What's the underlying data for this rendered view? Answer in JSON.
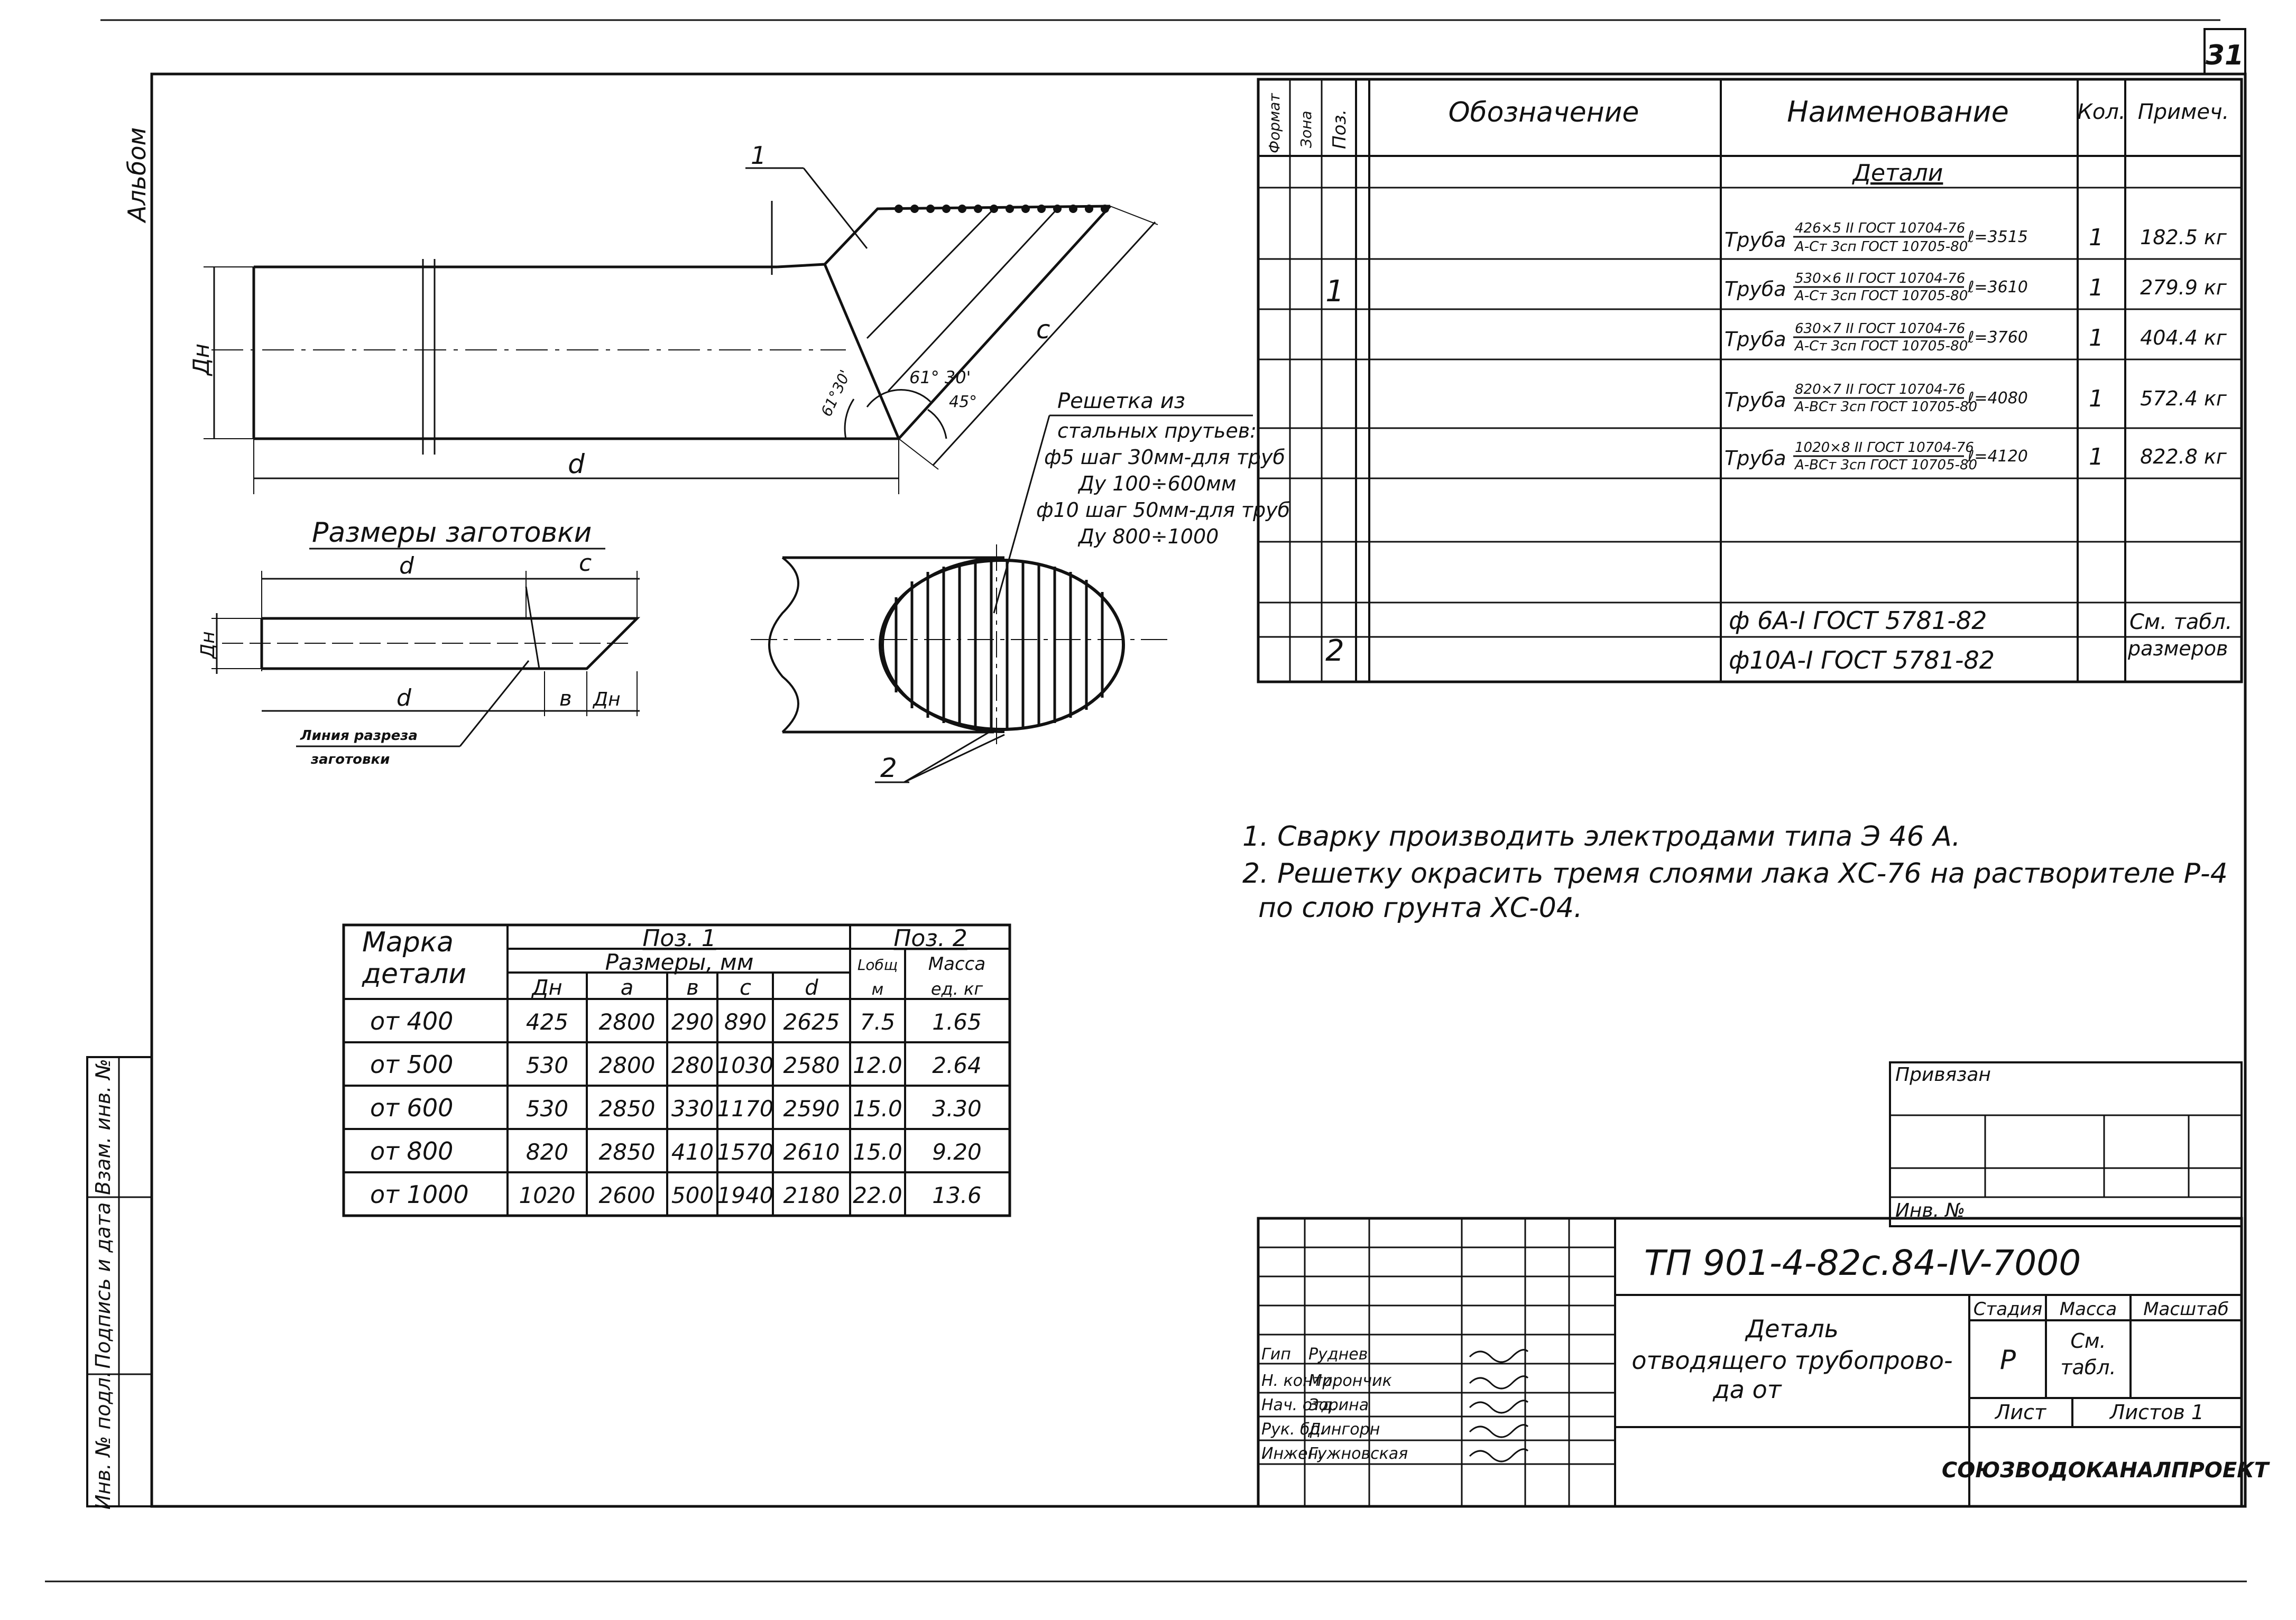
{
  "sheet": {
    "number": "31"
  },
  "side_label": "Альбом",
  "drawing": {
    "labels": {
      "pos1": "1",
      "dn": "Дн",
      "d": "d",
      "c": "c",
      "angle1": "61°30'",
      "angle2": "61° 30'",
      "angle3": "45°",
      "blank_title": "Размеры заготовки",
      "blank_d_top": "d",
      "blank_c_top": "c",
      "blank_d_bottom": "d",
      "blank_b": "в",
      "blank_dn_bottom": "Дн",
      "blank_dn_side": "Дн",
      "cut_line_1": "Линия разреза",
      "cut_line_2": "заготовки",
      "pos2": "2"
    },
    "grid_note": [
      "Решетка из",
      "стальных прутьев:",
      "ф5 шаг 30мм-для труб",
      "Ду 100÷600мм",
      "ф10 шаг 50мм-для труб",
      "Ду 800÷1000"
    ]
  },
  "spec": {
    "headers": {
      "format": "Формат",
      "zone": "Зона",
      "pos": "Поз.",
      "designation": "Обозначение",
      "name": "Наименование",
      "qty": "Кол.",
      "note": "Примеч."
    },
    "section_title": "Детали",
    "pos1": "1",
    "pos2": "2",
    "items": [
      {
        "word": "Труба",
        "top": "426×5 II ГОСТ 10704-76",
        "bottom": "A-Ст 3сп ГОСТ 10705-80",
        "len": "ℓ=3515",
        "qty": "1",
        "note": "182.5 кг"
      },
      {
        "word": "Труба",
        "top": "530×6 II ГОСТ 10704-76",
        "bottom": "A-Ст 3сп ГОСТ 10705-80",
        "len": "ℓ=3610",
        "qty": "1",
        "note": "279.9 кг"
      },
      {
        "word": "Труба",
        "top": "630×7 II ГОСТ 10704-76",
        "bottom": "A-Ст 3сп ГОСТ 10705-80",
        "len": "ℓ=3760",
        "qty": "1",
        "note": "404.4 кг"
      },
      {
        "word": "Труба",
        "top": "820×7 II ГОСТ 10704-76",
        "bottom": "A-ВСт 3сп ГОСТ 10705-80",
        "len": "ℓ=4080",
        "qty": "1",
        "note": "572.4 кг"
      },
      {
        "word": "Труба",
        "top": "1020×8 II ГОСТ 10704-76",
        "bottom": "A-ВСт 3сп ГОСТ 10705-80",
        "len": "ℓ=4120",
        "qty": "1",
        "note": "822.8 кг"
      }
    ],
    "rods": [
      "ф 6А-I ГОСТ 5781-82",
      "ф10А-I ГОСТ 5781-82"
    ],
    "rods_note": [
      "См. табл.",
      "размеров"
    ]
  },
  "notes": [
    "1. Сварку производить электродами типа Э 46 А.",
    "2. Решетку окрасить тремя слоями лака ХС-76 на растворителе Р-4",
    "по слою грунта ХС-04."
  ],
  "dims_table": {
    "mark_header": [
      "Марка",
      "детали"
    ],
    "pos1_header": "Поз. 1",
    "pos2_header": "Поз. 2",
    "sizes_header": "Размеры, мм",
    "col_headers": [
      "Дн",
      "а",
      "в",
      "с",
      "d"
    ],
    "pos2_cols": [
      [
        "Lобщ",
        "м"
      ],
      [
        "Масса",
        "ед. кг"
      ]
    ],
    "rows": [
      [
        "от 400",
        "425",
        "2800",
        "290",
        "890",
        "2625",
        "7.5",
        "1.65"
      ],
      [
        "от 500",
        "530",
        "2800",
        "280",
        "1030",
        "2580",
        "12.0",
        "2.64"
      ],
      [
        "от 600",
        "530",
        "2850",
        "330",
        "1170",
        "2590",
        "15.0",
        "3.30"
      ],
      [
        "от 800",
        "820",
        "2850",
        "410",
        "1570",
        "2610",
        "15.0",
        "9.20"
      ],
      [
        "от 1000",
        "1020",
        "2600",
        "500",
        "1940",
        "2180",
        "22.0",
        "13.6"
      ]
    ]
  },
  "left_strip": [
    "Инв. № подл.",
    "Подпись и дата",
    "Взам. инв. №"
  ],
  "binding": {
    "title": "Привязан",
    "inv": "Инв. №"
  },
  "title_block": {
    "code": "ТП 901-4-82с.84-IV-7000",
    "desc": [
      "Деталь",
      "отводящего трубопрово-",
      "да от"
    ],
    "stage_h": "Стадия",
    "mass_h": "Масса",
    "scale_h": "Масштаб",
    "stage": "Р",
    "mass": [
      "См.",
      "табл."
    ],
    "sheet_h": "Лист",
    "sheets_h": "Листов 1",
    "org": "СОЮЗВОДОКАНАЛПРОЕКТ",
    "people": [
      [
        "Гип",
        "Руднев"
      ],
      [
        "Н. контр.",
        "Мирончик"
      ],
      [
        "Нач. отд.",
        "Зорина"
      ],
      [
        "Рук. бр.",
        "Дингорн"
      ],
      [
        "Инжен.",
        "Гужновская"
      ]
    ]
  }
}
